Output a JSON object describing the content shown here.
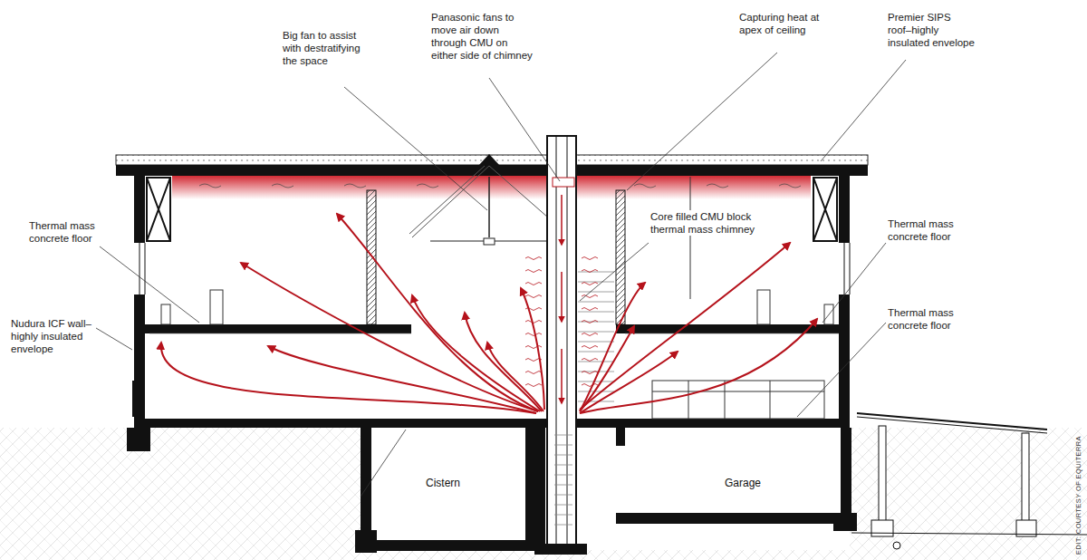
{
  "diagram": {
    "labels": [
      "Big fan to assist with destratifying the space",
      "Panasonic fans to move air down through CMU on either side of chimney",
      "Capturing heat at apex of ceiling",
      "Premier SIPS roof–highly insulated envelope",
      "Thermal mass concrete floor",
      "Core filled CMU block thermal mass chimney",
      "Thermal mass concrete floor",
      "Nudura ICF wall–highly insulated envelope",
      "Thermal mass concrete floor",
      "Cistern",
      "Garage",
      "EDIT: COURTESY OF EQUITERRA"
    ]
  }
}
